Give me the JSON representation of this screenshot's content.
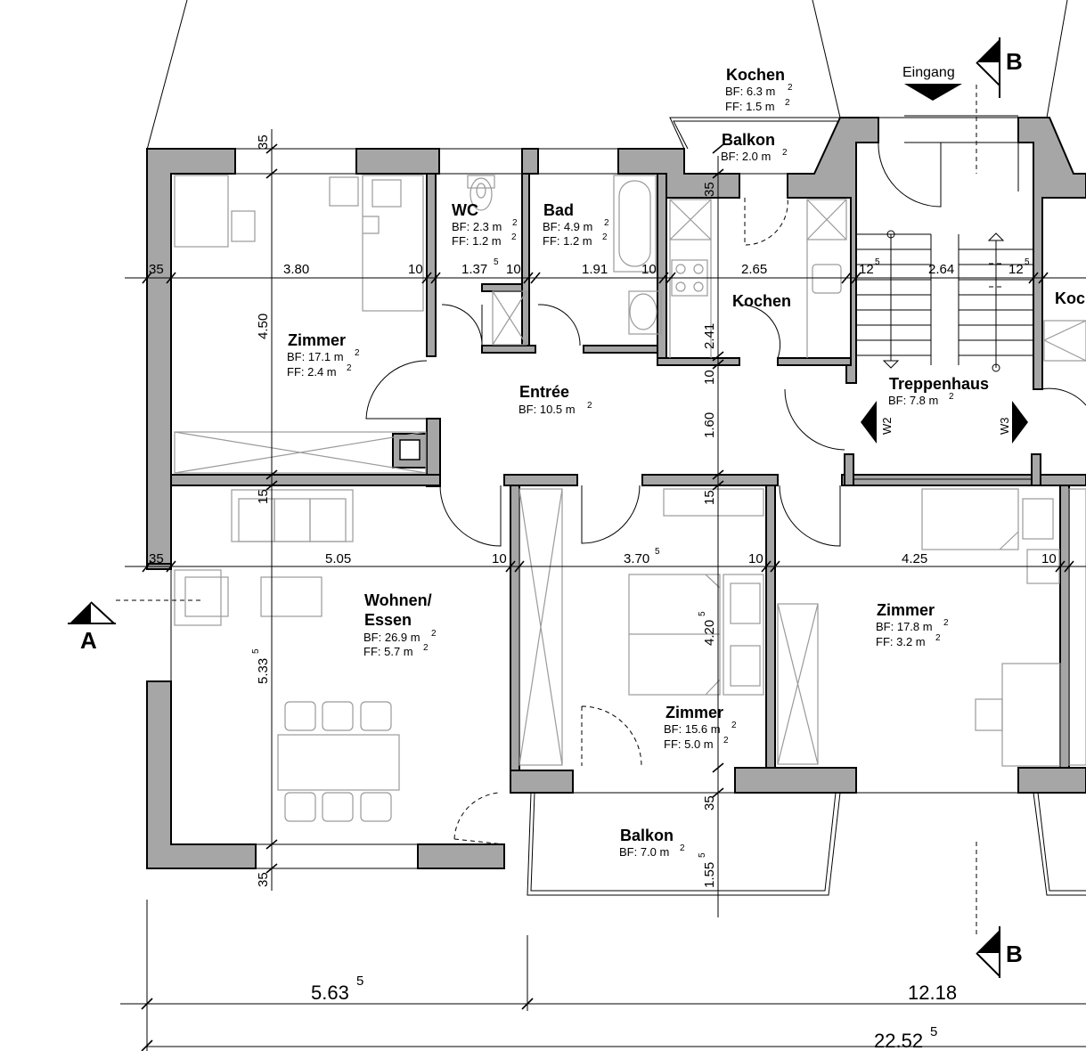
{
  "rooms": {
    "kochen_top": {
      "name": "Kochen",
      "bf": "BF: 6.3 m",
      "ff": "FF: 1.5 m"
    },
    "balkon_top": {
      "name": "Balkon",
      "bf": "BF: 2.0 m"
    },
    "wc": {
      "name": "WC",
      "bf": "BF: 2.3 m",
      "ff": "FF: 1.2 m"
    },
    "bad": {
      "name": "Bad",
      "bf": "BF: 4.9 m",
      "ff": "FF: 1.2 m"
    },
    "kochen_inner": {
      "name": "Kochen"
    },
    "kochen_right": {
      "name": "Koc"
    },
    "zimmer_tl": {
      "name": "Zimmer",
      "bf": "BF: 17.1 m",
      "ff": "FF: 2.4 m"
    },
    "entree": {
      "name": "Entrée",
      "bf": "BF: 10.5 m"
    },
    "treppenhaus": {
      "name": "Treppenhaus",
      "bf": "BF: 7.8 m"
    },
    "wohnen": {
      "name1": "Wohnen/",
      "name2": "Essen",
      "bf": "BF: 26.9 m",
      "ff": "FF: 5.7 m"
    },
    "zimmer_mid": {
      "name": "Zimmer",
      "bf": "BF: 15.6 m",
      "ff": "FF: 5.0 m"
    },
    "zimmer_right": {
      "name": "Zimmer",
      "bf": "BF: 17.8 m",
      "ff": "FF: 3.2 m"
    },
    "balkon_bottom": {
      "name": "Balkon",
      "bf": "BF: 7.0 m"
    }
  },
  "sq": "2",
  "labels": {
    "eingang": "Eingang",
    "section_a": "A",
    "section_b": "B",
    "w2": "W2",
    "w3": "W3"
  },
  "dims": {
    "h1": {
      "d1": "35",
      "d2": "3.80",
      "d3": "10",
      "d4": "1.37",
      "d4s": "5",
      "d5": "10",
      "d6": "1.91",
      "d7": "10",
      "d8": "2.65",
      "d9": "12",
      "d9s": "5",
      "d10": "2.64",
      "d11": "12",
      "d11s": "5"
    },
    "h2": {
      "d1": "35",
      "d2": "5.05",
      "d3": "10",
      "d4": "3.70",
      "d4s": "5",
      "d5": "10",
      "d6": "4.25",
      "d7": "10"
    },
    "v_left": {
      "d1": "35",
      "d2": "4.50",
      "d3": "15",
      "d4": "5.33",
      "d4s": "5",
      "d5": "35"
    },
    "v_mid": {
      "d1": "35",
      "d2": "2.41",
      "d3": "10",
      "d4": "1.60",
      "d5": "15",
      "d6": "4.20",
      "d6s": "5",
      "d7": "35",
      "d8": "1.55",
      "d8s": "5"
    },
    "bottom": {
      "b1": "5.63",
      "b1s": "5",
      "b2": "12.18",
      "b3": "22.52",
      "b3s": "5"
    }
  }
}
